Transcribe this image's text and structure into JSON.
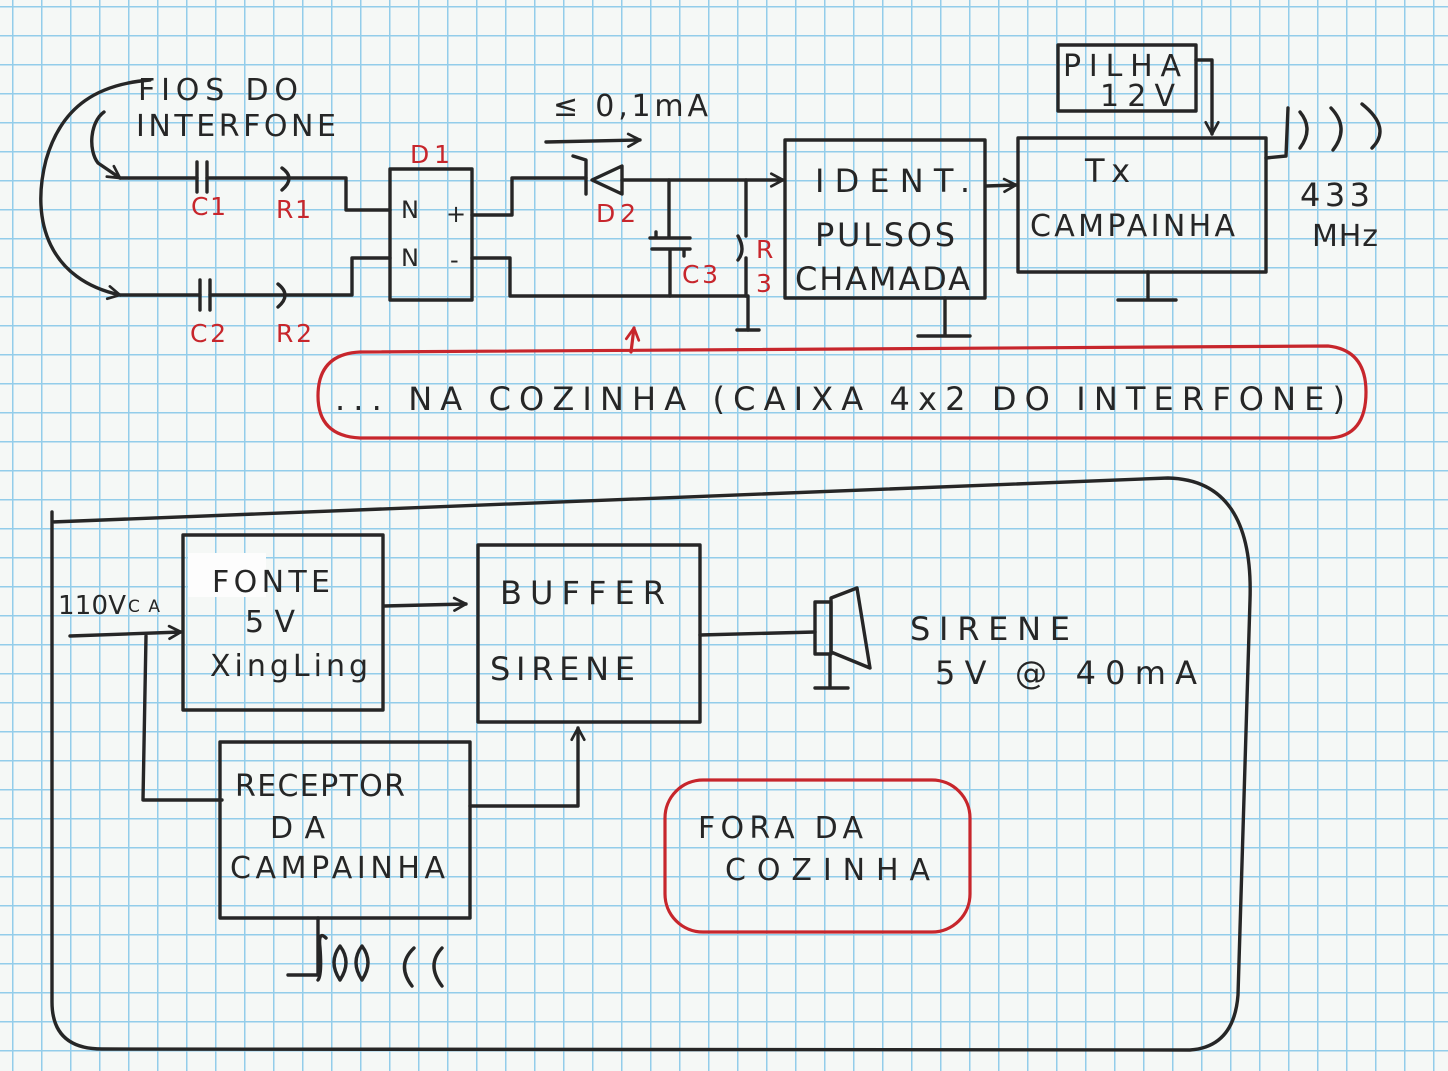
{
  "diagram": {
    "wires_label": [
      "FIOS DO",
      "INTERFONE"
    ],
    "current_label": "≤ 0,1mA",
    "components": {
      "c1": "C1",
      "r1": "R1",
      "c2": "C2",
      "r2": "R2",
      "d1": "D1",
      "d2": "D2",
      "c3": "C3",
      "r3": "R3"
    },
    "bridge_terminals": {
      "n_top": "N",
      "plus": "+",
      "n_bottom": "N",
      "minus": "-"
    },
    "ident_block": [
      "IDENT.",
      "PULSOS",
      "CHAMADA"
    ],
    "battery_block": [
      "PILHA",
      "12V"
    ],
    "tx_block": [
      "Tx",
      "CAMPAINHA"
    ],
    "frequency": [
      "433",
      "MHz"
    ],
    "location_note": "... NA COZINHA (CAIXA 4x2 DO INTERFONE)",
    "mains_input": {
      "value": "110V",
      "subscript": "CA"
    },
    "power_supply_block": [
      "FONTE",
      "5V",
      "XingLing"
    ],
    "buffer_block": [
      "BUFFER",
      "SIRENE"
    ],
    "siren_label": [
      "SIRENE",
      "5V @ 40mA"
    ],
    "receiver_block": [
      "RECEPTOR",
      "DA",
      "CAMPAINHA"
    ],
    "outside_note": [
      "FORA DA",
      "COZINHA"
    ]
  },
  "colors": {
    "ink": "#262626",
    "red_ink": "#c7262c",
    "grid": "#93cdea",
    "paper": "#f5f8f6"
  }
}
